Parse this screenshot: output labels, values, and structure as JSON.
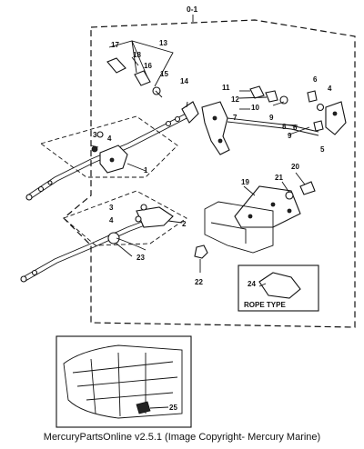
{
  "title": "0-1",
  "callouts": {
    "p1": "1",
    "p2": "2",
    "p3a": "3",
    "p3b": "3",
    "p4a": "4",
    "p4b": "4",
    "p4c": "4",
    "p5": "5",
    "p6a": "6",
    "p6b": "6",
    "p7": "7",
    "p8": "8",
    "p9a": "9",
    "p9b": "9",
    "p10": "10",
    "p11": "11",
    "p12": "12",
    "p13": "13",
    "p14": "14",
    "p15": "15",
    "p16": "16",
    "p17": "17",
    "p18": "18",
    "p19": "19",
    "p20": "20",
    "p21": "21",
    "p22": "22",
    "p23": "23",
    "p24": "24",
    "p25": "25"
  },
  "rope_type_label": "ROPE TYPE",
  "footer": "MercuryPartsOnline v2.5.1 (Image Copyright- Mercury Marine)"
}
